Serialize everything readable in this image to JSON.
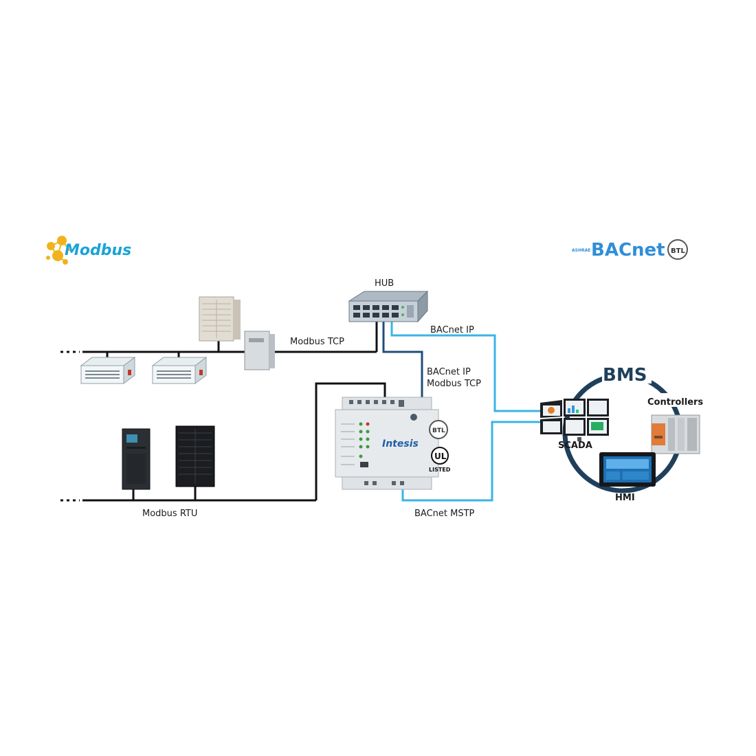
{
  "logos": {
    "modbus": "Modbus",
    "ashrae": "ASHRAE",
    "bacnet": "BACnet",
    "btl": "BTL"
  },
  "labels": {
    "hub": "HUB",
    "bacnet_ip_top": "BACnet IP",
    "bacnet_ip_mid": "BACnet IP",
    "modbus_tcp_mid": "Modbus TCP",
    "modbus_tcp": "Modbus TCP",
    "modbus_rtu": "Modbus RTU",
    "bacnet_mstp": "BACnet MSTP",
    "bms": "BMS",
    "controllers": "Controllers",
    "scada": "SCADA",
    "hmi": "HMI"
  },
  "gateway": {
    "brand": "Intesis",
    "btl": "BTL",
    "ul": "UL",
    "listed": "LISTED"
  },
  "colors": {
    "bus_line": "#111111",
    "bacnet_line": "#3bb3e6",
    "dark_line": "#1f4e79",
    "bms_ring": "#1f3f5b",
    "modbus_gold": "#f2b21b",
    "modbus_blue": "#1aa3d9",
    "bacnet_blue": "#2f8fd8"
  }
}
